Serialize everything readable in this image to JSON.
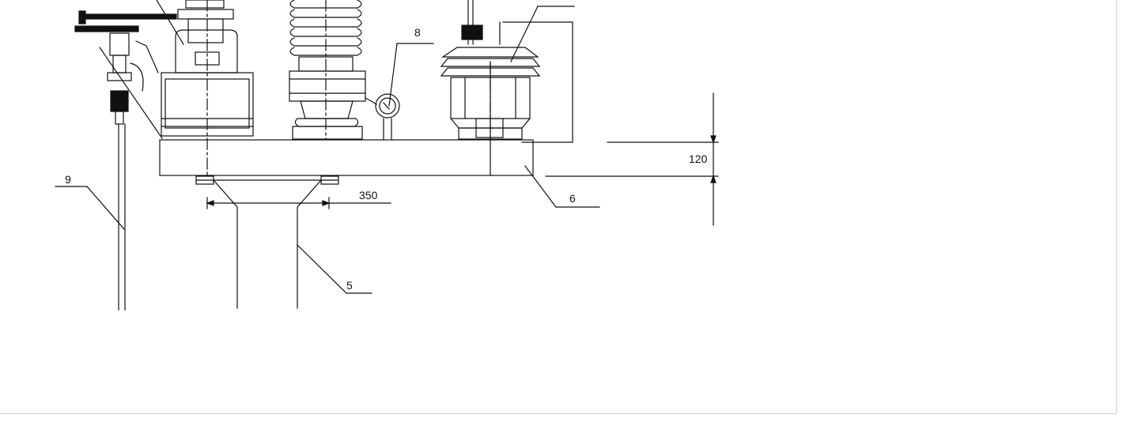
{
  "diagram": {
    "callouts": [
      "8",
      "9",
      "6",
      "5"
    ],
    "dimensions": [
      "120",
      "350"
    ]
  }
}
